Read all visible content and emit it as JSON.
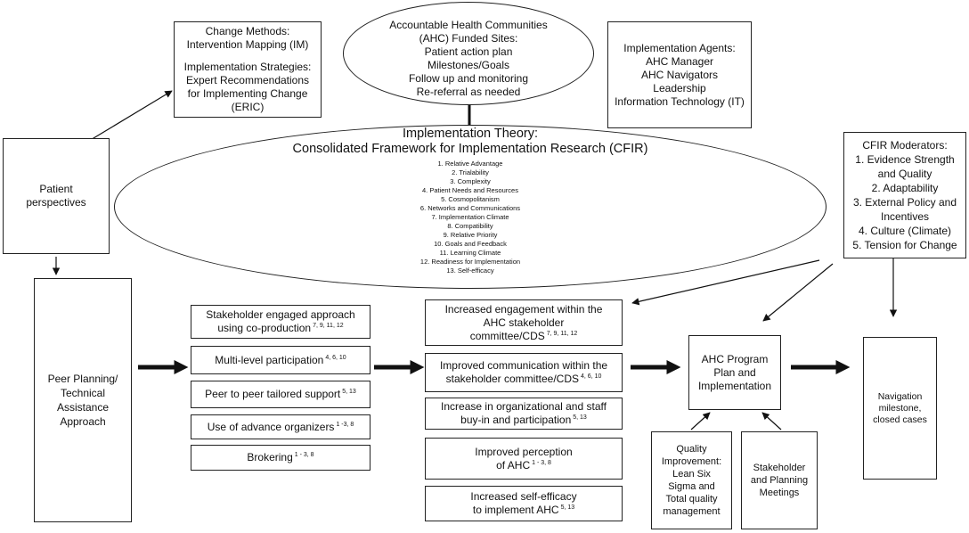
{
  "change_methods": {
    "heading": "Change Methods:",
    "method": "Intervention Mapping (IM)",
    "strategies_heading": "Implementation Strategies:",
    "strategies_lines": [
      "Expert Recommendations",
      "for Implementing Change",
      "(ERIC)"
    ]
  },
  "ahc_sites": {
    "lines": [
      "Accountable Health Communities",
      "(AHC) Funded Sites:",
      "Patient action plan",
      "Milestones/Goals",
      "Follow up and monitoring",
      "Re-referral as needed"
    ]
  },
  "implementation_agents": {
    "lines": [
      "Implementation Agents:",
      "AHC Manager",
      "AHC Navigators",
      "Leadership",
      "Information Technology (IT)"
    ]
  },
  "implementation_theory": {
    "title": "Implementation Theory:",
    "subtitle": "Consolidated Framework for Implementation Research (CFIR)",
    "constructs": [
      "1. Relative Advantage",
      "2. Trialability",
      "3. Complexity",
      "4. Patient Needs and Resources",
      "5. Cosmopolitanism",
      "6. Networks and Communications",
      "7. Implementation Climate",
      "8. Compatibility",
      "9. Relative Priority",
      "10. Goals and Feedback",
      "11. Learning Climate",
      "12. Readiness for Implementation",
      "13. Self-efficacy"
    ]
  },
  "patient_perspectives": {
    "lines": [
      "Patient",
      "perspectives"
    ]
  },
  "cfir_moderators": {
    "heading": "CFIR Moderators:",
    "items": [
      "1.   Evidence Strength",
      "and Quality",
      "2.   Adaptability",
      "3.   External Policy and",
      "Incentives",
      "4.   Culture (Climate)",
      "5.   Tension for Change"
    ]
  },
  "peer_planning": {
    "lines": [
      "Peer Planning/",
      "Technical",
      "Assistance",
      "Approach"
    ]
  },
  "strategies": [
    {
      "lines": [
        "Stakeholder  engaged approach",
        "using co-production"
      ],
      "refs": "7, 9, 11, 12"
    },
    {
      "lines": [
        "Multi-level participation"
      ],
      "refs": "4, 6, 10"
    },
    {
      "lines": [
        "Peer to peer tailored support"
      ],
      "refs": "5, 13"
    },
    {
      "lines": [
        "Use of advance organizers"
      ],
      "refs": "1 -3, 8"
    },
    {
      "lines": [
        "Brokering"
      ],
      "refs": "1 - 3, 8"
    }
  ],
  "outcomes": [
    {
      "lines": [
        "Increased engagement within the",
        "AHC stakeholder",
        "committee/CDS"
      ],
      "refs": "7, 9, 11, 12"
    },
    {
      "lines": [
        "Improved communication within the",
        "stakeholder committee/CDS"
      ],
      "refs": "4, 6, 10"
    },
    {
      "lines": [
        "Increase in organizational and staff",
        "buy-in and participation"
      ],
      "refs": "5, 13"
    },
    {
      "lines": [
        "Improved perception",
        "of AHC"
      ],
      "refs": "1 - 3, 8"
    },
    {
      "lines": [
        "Increased self-efficacy",
        "to implement  AHC"
      ],
      "refs": "5, 13"
    }
  ],
  "ahc_program": {
    "lines": [
      "AHC Program",
      "Plan and",
      "Implementation"
    ]
  },
  "navigation": {
    "lines": [
      "Navigation",
      "milestone,",
      "closed cases"
    ]
  },
  "quality_improvement": {
    "lines": [
      "Quality",
      "Improvement:",
      "Lean Six",
      "Sigma and",
      "Total quality",
      "management"
    ]
  },
  "stakeholder_meetings": {
    "lines": [
      "Stakeholder",
      "and Planning",
      "Meetings"
    ]
  }
}
